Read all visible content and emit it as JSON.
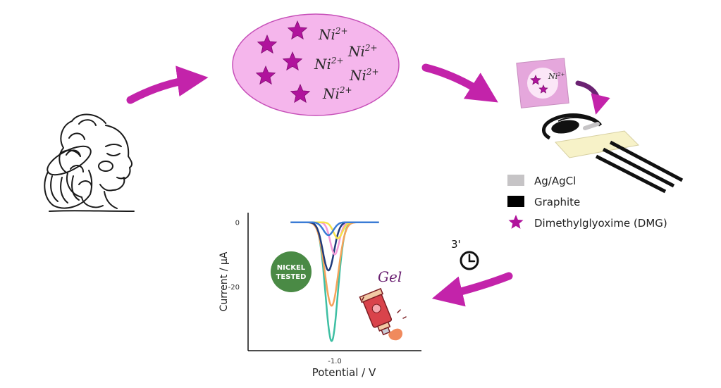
{
  "ion_label": "Ni",
  "ion_charge": "2+",
  "timer_label": "3'",
  "legend": [
    {
      "label": "Ag/AgCl",
      "swatch": "#c6c4c6"
    },
    {
      "label": "Graphite",
      "swatch": "#000000"
    },
    {
      "label": "Dimethylglyoxime (DMG)",
      "swatch": "#b0139c"
    }
  ],
  "badge": {
    "line1": "NICKEL",
    "line2": "TESTED",
    "color": "#4a8a45"
  },
  "gel_label": "Gel",
  "colors": {
    "arrow": "#c323aa",
    "ellipse_fill": "#f5b6ec",
    "ellipse_stroke": "#c64fb8",
    "star": "#b0139c"
  },
  "chart_data": {
    "type": "line",
    "xlabel": "Potential / V",
    "ylabel": "Current / μA",
    "x_ticks": [
      {
        "value": -1.0,
        "label": "-1.0"
      }
    ],
    "y_ticks": [
      {
        "value": 0,
        "label": "0"
      },
      {
        "value": -20,
        "label": "-20"
      }
    ],
    "xlim": [
      -1.55,
      -0.45
    ],
    "ylim": [
      -40,
      3
    ],
    "series": [
      {
        "name": "teal",
        "color": "#3ebfa3",
        "peak_x": -1.02,
        "peak_y": -37,
        "width": 0.055
      },
      {
        "name": "orange",
        "color": "#f5a35a",
        "peak_x": -1.02,
        "peak_y": -26,
        "width": 0.06
      },
      {
        "name": "navy",
        "color": "#203a7a",
        "peak_x": -1.04,
        "peak_y": -15,
        "width": 0.05
      },
      {
        "name": "pink",
        "color": "#f49ad8",
        "peak_x": -1.0,
        "peak_y": -10,
        "width": 0.04
      },
      {
        "name": "yellow",
        "color": "#f6e24a",
        "peak_x": -0.98,
        "peak_y": -5,
        "width": 0.04
      },
      {
        "name": "blue",
        "color": "#3a7bd5",
        "peak_x": -1.04,
        "peak_y": -4,
        "width": 0.045
      }
    ]
  }
}
